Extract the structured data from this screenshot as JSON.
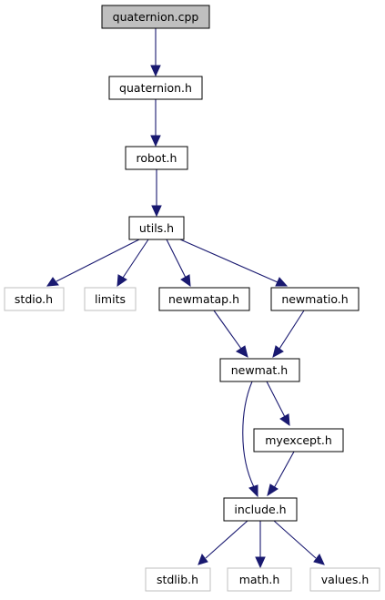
{
  "colors": {
    "edge": "#191970",
    "root_fill": "#bfbfbf",
    "node_fill": "#ffffff",
    "node_border": "#000000",
    "external_border": "#bfbfbf"
  },
  "nodes": {
    "quaternion_cpp": {
      "label": "quaternion.cpp",
      "kind": "root"
    },
    "quaternion_h": {
      "label": "quaternion.h",
      "kind": "file"
    },
    "robot_h": {
      "label": "robot.h",
      "kind": "file"
    },
    "utils_h": {
      "label": "utils.h",
      "kind": "file"
    },
    "stdio_h": {
      "label": "stdio.h",
      "kind": "external"
    },
    "limits": {
      "label": "limits",
      "kind": "external"
    },
    "newmatap_h": {
      "label": "newmatap.h",
      "kind": "file"
    },
    "newmatio_h": {
      "label": "newmatio.h",
      "kind": "file"
    },
    "newmat_h": {
      "label": "newmat.h",
      "kind": "file"
    },
    "myexcept_h": {
      "label": "myexcept.h",
      "kind": "file"
    },
    "include_h": {
      "label": "include.h",
      "kind": "file"
    },
    "stdlib_h": {
      "label": "stdlib.h",
      "kind": "external"
    },
    "math_h": {
      "label": "math.h",
      "kind": "external"
    },
    "values_h": {
      "label": "values.h",
      "kind": "external"
    }
  },
  "edges": [
    {
      "from": "quaternion_cpp",
      "to": "quaternion_h"
    },
    {
      "from": "quaternion_h",
      "to": "robot_h"
    },
    {
      "from": "robot_h",
      "to": "utils_h"
    },
    {
      "from": "utils_h",
      "to": "stdio_h"
    },
    {
      "from": "utils_h",
      "to": "limits"
    },
    {
      "from": "utils_h",
      "to": "newmatap_h"
    },
    {
      "from": "utils_h",
      "to": "newmatio_h"
    },
    {
      "from": "newmatap_h",
      "to": "newmat_h"
    },
    {
      "from": "newmatio_h",
      "to": "newmat_h"
    },
    {
      "from": "newmat_h",
      "to": "include_h"
    },
    {
      "from": "newmat_h",
      "to": "myexcept_h"
    },
    {
      "from": "myexcept_h",
      "to": "include_h"
    },
    {
      "from": "include_h",
      "to": "stdlib_h"
    },
    {
      "from": "include_h",
      "to": "math_h"
    },
    {
      "from": "include_h",
      "to": "values_h"
    }
  ]
}
